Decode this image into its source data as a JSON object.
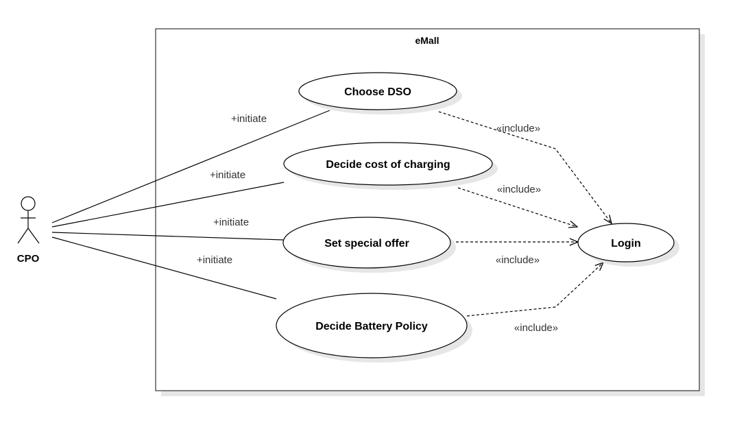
{
  "system": {
    "name": "eMall"
  },
  "actor": {
    "name": "CPO"
  },
  "use_cases": {
    "choose_dso": "Choose DSO",
    "decide_cost": "Decide cost of charging",
    "special_offer": "Set special offer",
    "battery_policy": "Decide Battery Policy",
    "login": "Login"
  },
  "associations": {
    "a1": "+initiate",
    "a2": "+initiate",
    "a3": "+initiate",
    "a4": "+initiate"
  },
  "includes": {
    "i1": "«include»",
    "i2": "«include»",
    "i3": "«include»",
    "i4": "«include»"
  }
}
